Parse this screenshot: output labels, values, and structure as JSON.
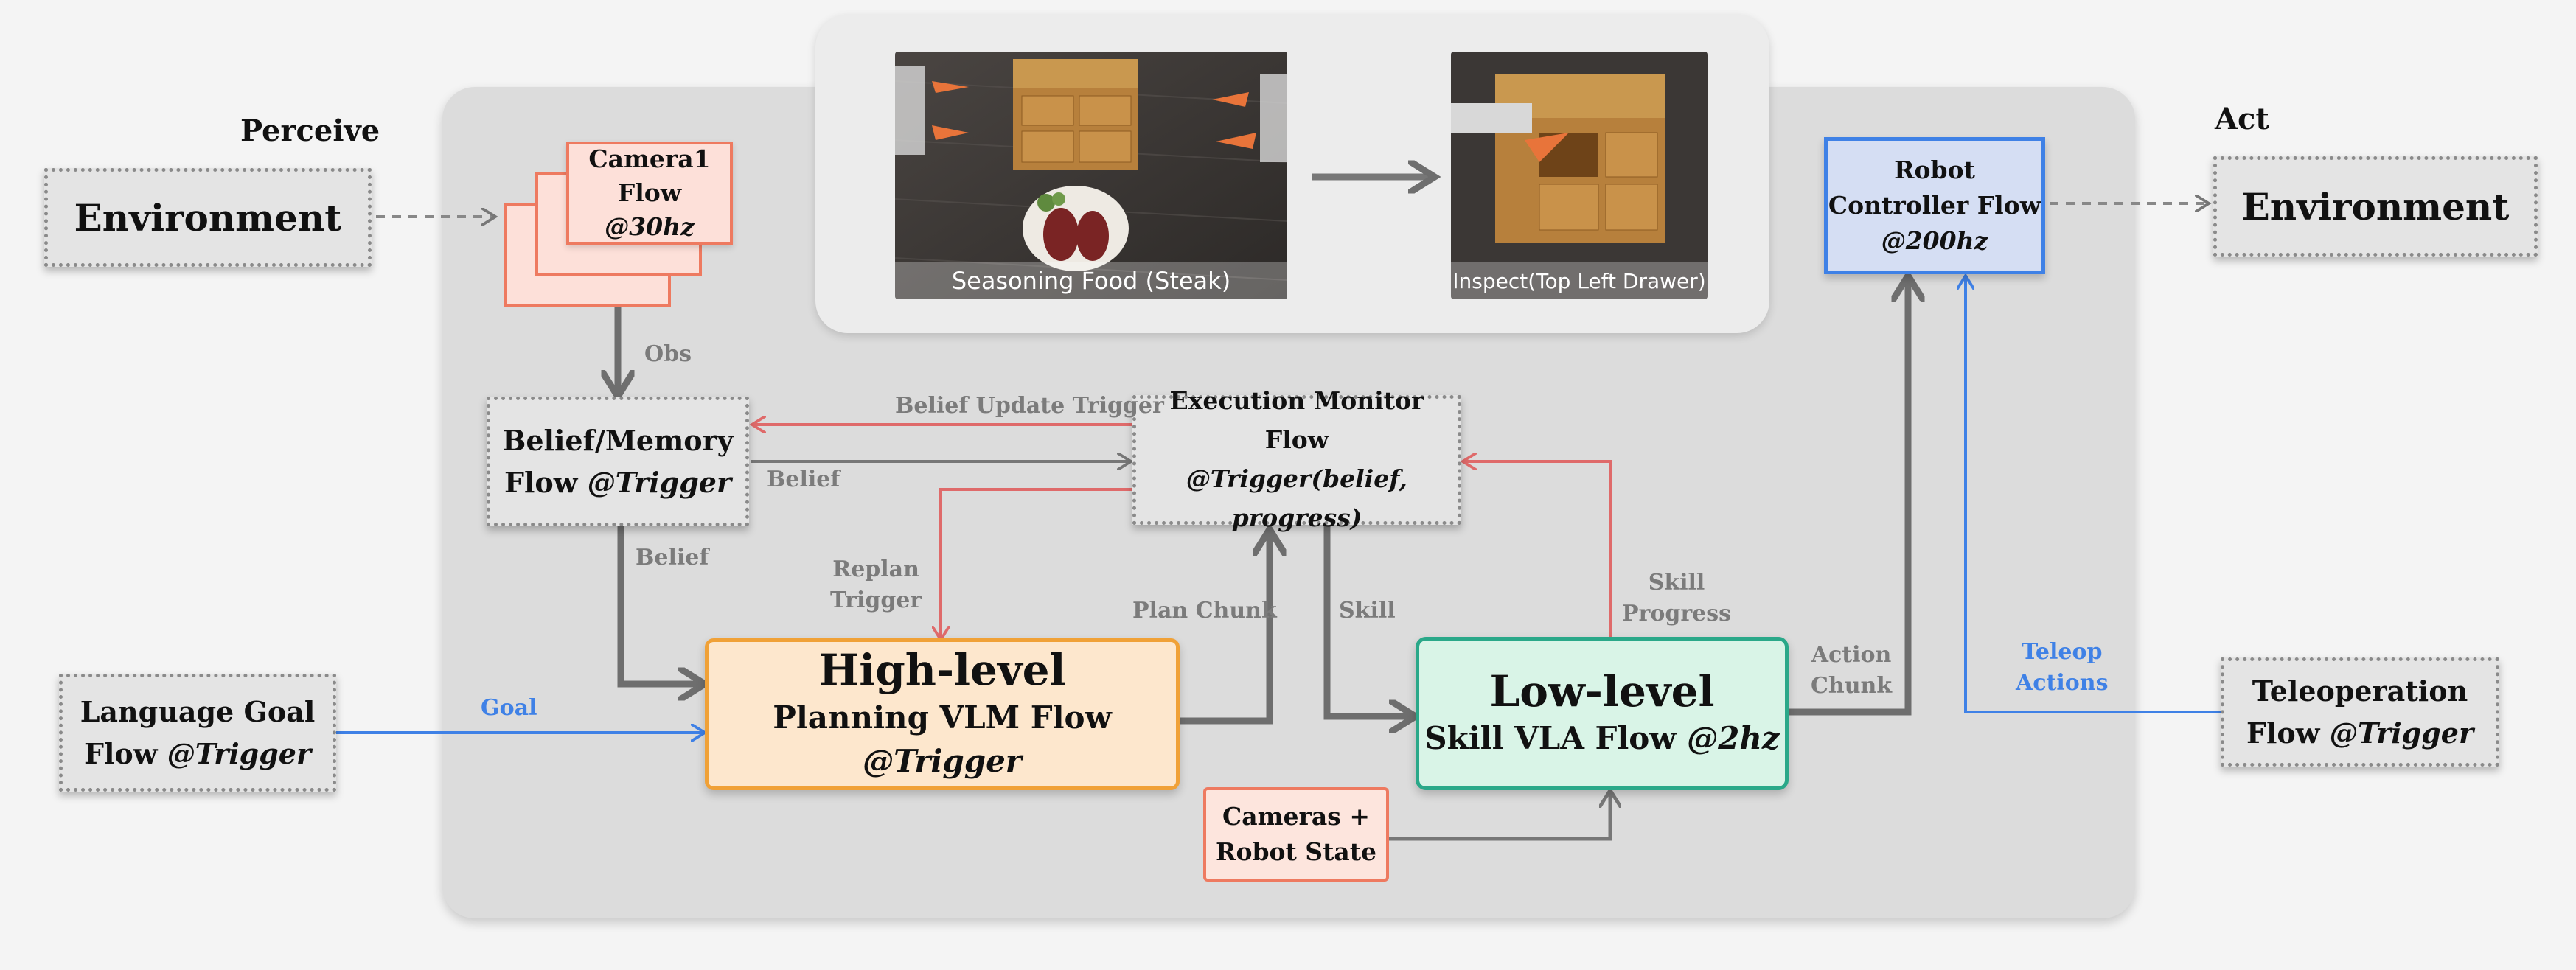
{
  "headings": {
    "perceive": "Perceive",
    "act": "Act"
  },
  "env_left": "Environment",
  "env_right": "Environment",
  "camera": {
    "line1": "Camera1",
    "line2_pre": "Flow ",
    "line2_em": "@30hz"
  },
  "belief_memory": {
    "line1": "Belief/Memory",
    "line2_pre": "Flow ",
    "line2_em": "@Trigger"
  },
  "execution_monitor": {
    "line1": "Execution Monitor Flow",
    "line2": "@Trigger(belief, progress)"
  },
  "language_goal": {
    "line1": "Language Goal",
    "line2_pre": "Flow ",
    "line2_em": "@Trigger"
  },
  "high_level": {
    "line1": "High-level",
    "line2_pre": "Planning VLM Flow ",
    "line2_em": "@Trigger"
  },
  "low_level": {
    "line1": "Low-level",
    "line2_pre": "Skill VLA Flow ",
    "line2_em": "@2hz"
  },
  "cameras_state": {
    "line1": "Cameras +",
    "line2": "Robot State"
  },
  "robot_controller": {
    "line1": "Robot",
    "line2": "Controller Flow",
    "line3": "@200hz"
  },
  "teleoperation": {
    "line1": "Teleoperation",
    "line2_pre": "Flow ",
    "line2_em": "@Trigger"
  },
  "edge_labels": {
    "obs": "Obs",
    "belief_update_trigger": "Belief Update Trigger",
    "belief_to_monitor": "Belief",
    "belief_to_planner": "Belief",
    "replan_trigger": "Replan\nTrigger",
    "plan_chunk": "Plan Chunk",
    "skill": "Skill",
    "skill_progress": "Skill\nProgress",
    "action_chunk": "Action\nChunk",
    "goal": "Goal",
    "teleop_actions": "Teleop\nActions"
  },
  "photos": {
    "left_caption": "Seasoning Food (Steak)",
    "right_caption": "Inspect(Top Left Drawer)"
  },
  "colors": {
    "grey_arrow": "#7a7a7a",
    "red_arrow": "#df6a6a",
    "blue_arrow": "#3f81e6",
    "camera_fill": "#fde0d9",
    "high_level_fill": "#fde7cd",
    "low_level_fill": "#d9f4e7",
    "controller_fill": "#d5def3"
  }
}
